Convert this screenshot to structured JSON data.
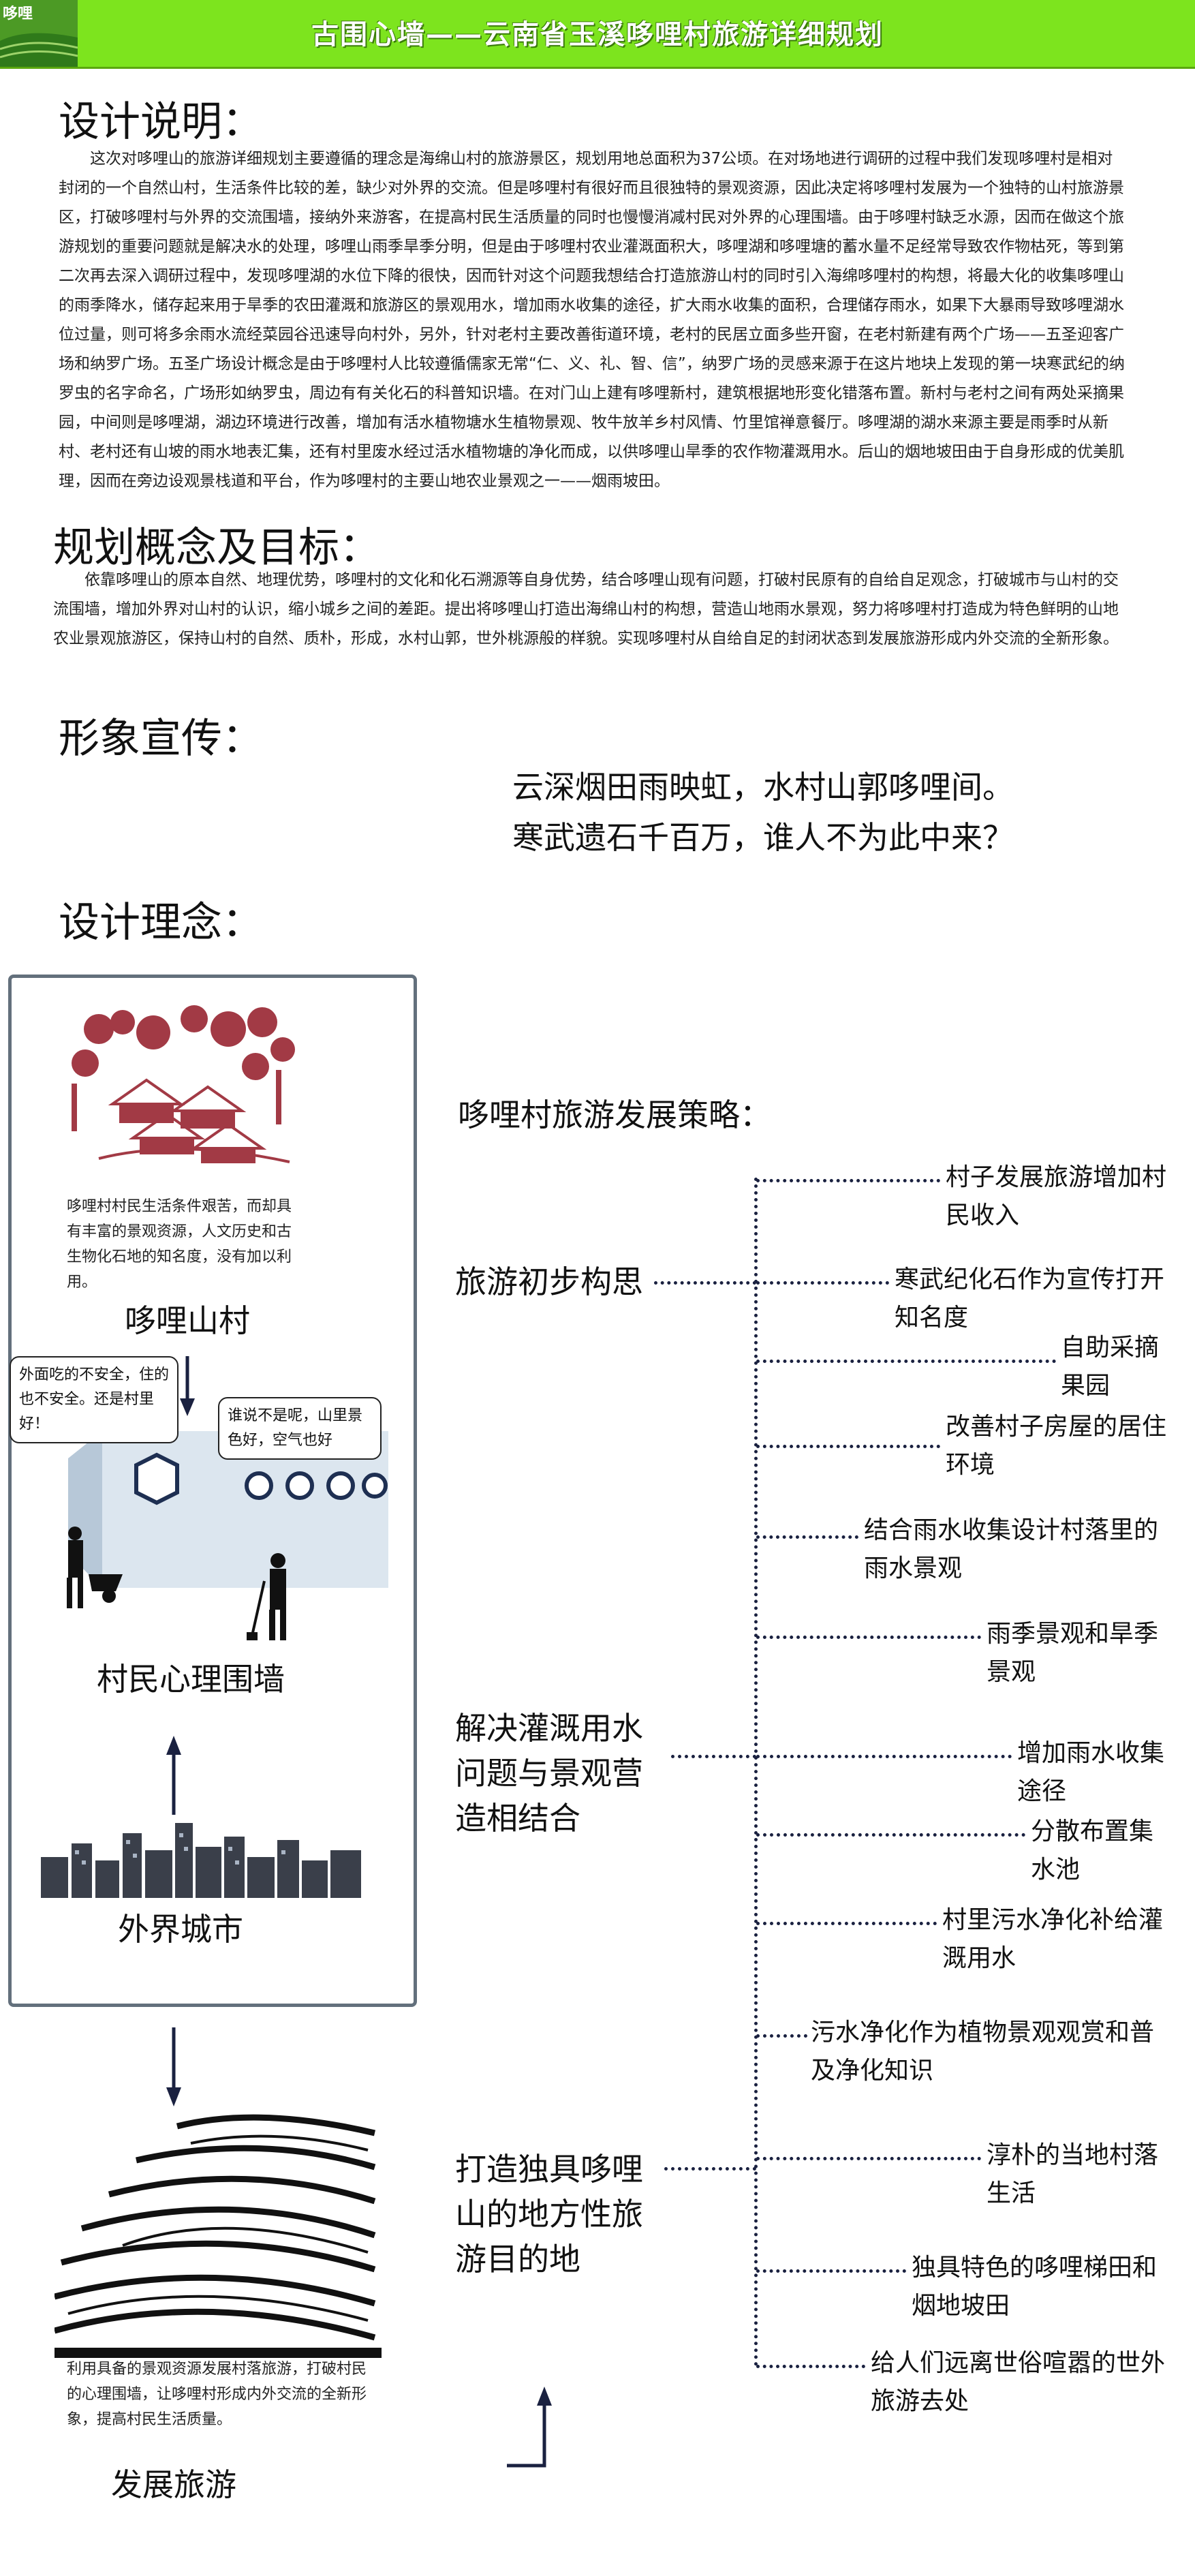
{
  "header": {
    "logo_text": "哆哩",
    "title": "古围心墙——云南省玉溪哆哩村旅游详细规划"
  },
  "sections": {
    "design_note": {
      "heading": "设计说明：",
      "body": "这次对哆哩山的旅游详细规划主要遵循的理念是海绵山村的旅游景区，规划用地总面积为37公顷。在对场地进行调研的过程中我们发现哆哩村是相对封闭的一个自然山村，生活条件比较的差，缺少对外界的交流。但是哆哩村有很好而且很独特的景观资源，因此决定将哆哩村发展为一个独特的山村旅游景区，打破哆哩村与外界的交流围墙，接纳外来游客，在提高村民生活质量的同时也慢慢消减村民对外界的心理围墙。由于哆哩村缺乏水源，因而在做这个旅游规划的重要问题就是解决水的处理，哆哩山雨季旱季分明，但是由于哆哩村农业灌溉面积大，哆哩湖和哆哩塘的蓄水量不足经常导致农作物枯死，等到第二次再去深入调研过程中，发现哆哩湖的水位下降的很快，因而针对这个问题我想结合打造旅游山村的同时引入海绵哆哩村的构想，将最大化的收集哆哩山的雨季降水，储存起来用于旱季的农田灌溉和旅游区的景观用水，增加雨水收集的途径，扩大雨水收集的面积，合理储存雨水，如果下大暴雨导致哆哩湖水位过量，则可将多余雨水流经菜园谷迅速导向村外，另外，针对老村主要改善街道环境，老村的民居立面多些开窗，在老村新建有两个广场——五圣迎客广场和纳罗广场。五圣广场设计概念是由于哆哩村人比较遵循儒家无常“仁、义、礼、智、信”，纳罗广场的灵感来源于在这片地块上发现的第一块寒武纪的纳罗虫的名字命名，广场形如纳罗虫，周边有有关化石的科普知识墙。在对门山上建有哆哩新村，建筑根据地形变化错落布置。新村与老村之间有两处采摘果园，中间则是哆哩湖，湖边环境进行改善，增加有活水植物塘水生植物景观、牧牛放羊乡村风情、竹里馆禅意餐厅。哆哩湖的湖水来源主要是雨季时从新村、老村还有山坡的雨水地表汇集，还有村里废水经过活水植物塘的净化而成，以供哆哩山旱季的农作物灌溉用水。后山的烟地坡田由于自身形成的优美肌理，因而在旁边设观景栈道和平台，作为哆哩村的主要山地农业景观之一——烟雨坡田。"
    },
    "concept": {
      "heading": "规划概念及目标：",
      "body": "依靠哆哩山的原本自然、地理优势，哆哩村的文化和化石溯源等自身优势，结合哆哩山现有问题，打破村民原有的自给自足观念，打破城市与山村的交流围墙，增加外界对山村的认识，缩小城乡之间的差距。提出将哆哩山打造出海绵山村的构想，营造山地雨水景观，努力将哆哩村打造成为特色鲜明的山地农业景观旅游区，保持山村的自然、质朴，形成，水村山郭，世外桃源般的样貌。实现哆哩村从自给自足的封闭状态到发展旅游形成内外交流的全新形象。"
    },
    "promo": {
      "heading": "形象宣传：",
      "line1": "云深烟田雨映虹，水村山郭哆哩间。",
      "line2": "寒武遗石千百万，谁人不为此中来？"
    },
    "philosophy": {
      "heading": "设计理念："
    }
  },
  "diagram_left": {
    "village_caption": "哆哩村村民生活条件艰苦，而却具有丰富的景观资源，人文历史和古生物化石地的知名度，没有加以利用。",
    "village_label": "哆哩山村",
    "speech_left": "外面吃的不安全，住的也不安全。还是村里好！",
    "speech_right": "谁说不是呢，山里景色好，空气也好",
    "wall_label": "村民心理围墙",
    "city_label": "外界城市",
    "tourism_caption": "利用具备的景观资源发展村落旅游，打破村民的心理围墙，让哆哩村形成内外交流的全新形象，提高村民生活质量。",
    "tourism_label": "发展旅游"
  },
  "strategy": {
    "title": "哆哩村旅游发展策略：",
    "groups": [
      {
        "label": "旅游初步构思",
        "leaves": [
          "村子发展旅游增加村民收入",
          "寒武纪化石作为宣传打开知名度",
          "自助采摘果园",
          "改善村子房屋的居住环境"
        ]
      },
      {
        "label": "解决灌溉用水问题与景观营造相结合",
        "leaves": [
          "结合雨水收集设计村落里的雨水景观",
          "雨季景观和旱季景观",
          "增加雨水收集途径",
          "分散布置集水池",
          "村里污水净化补给灌溉用水",
          "污水净化作为植物景观观赏和普及净化知识"
        ]
      },
      {
        "label": "打造独具哆哩山的地方性旅游目的地",
        "leaves": [
          "淳朴的当地村落生活",
          "独具特色的哆哩梯田和烟地坡田",
          "给人们远离世俗喧嚣的世外旅游去处"
        ]
      }
    ]
  },
  "colors": {
    "header_green": "#7de41e",
    "frame_border": "#63707c",
    "arrow_navy": "#1a2140",
    "tree_red": "#a23a45"
  }
}
